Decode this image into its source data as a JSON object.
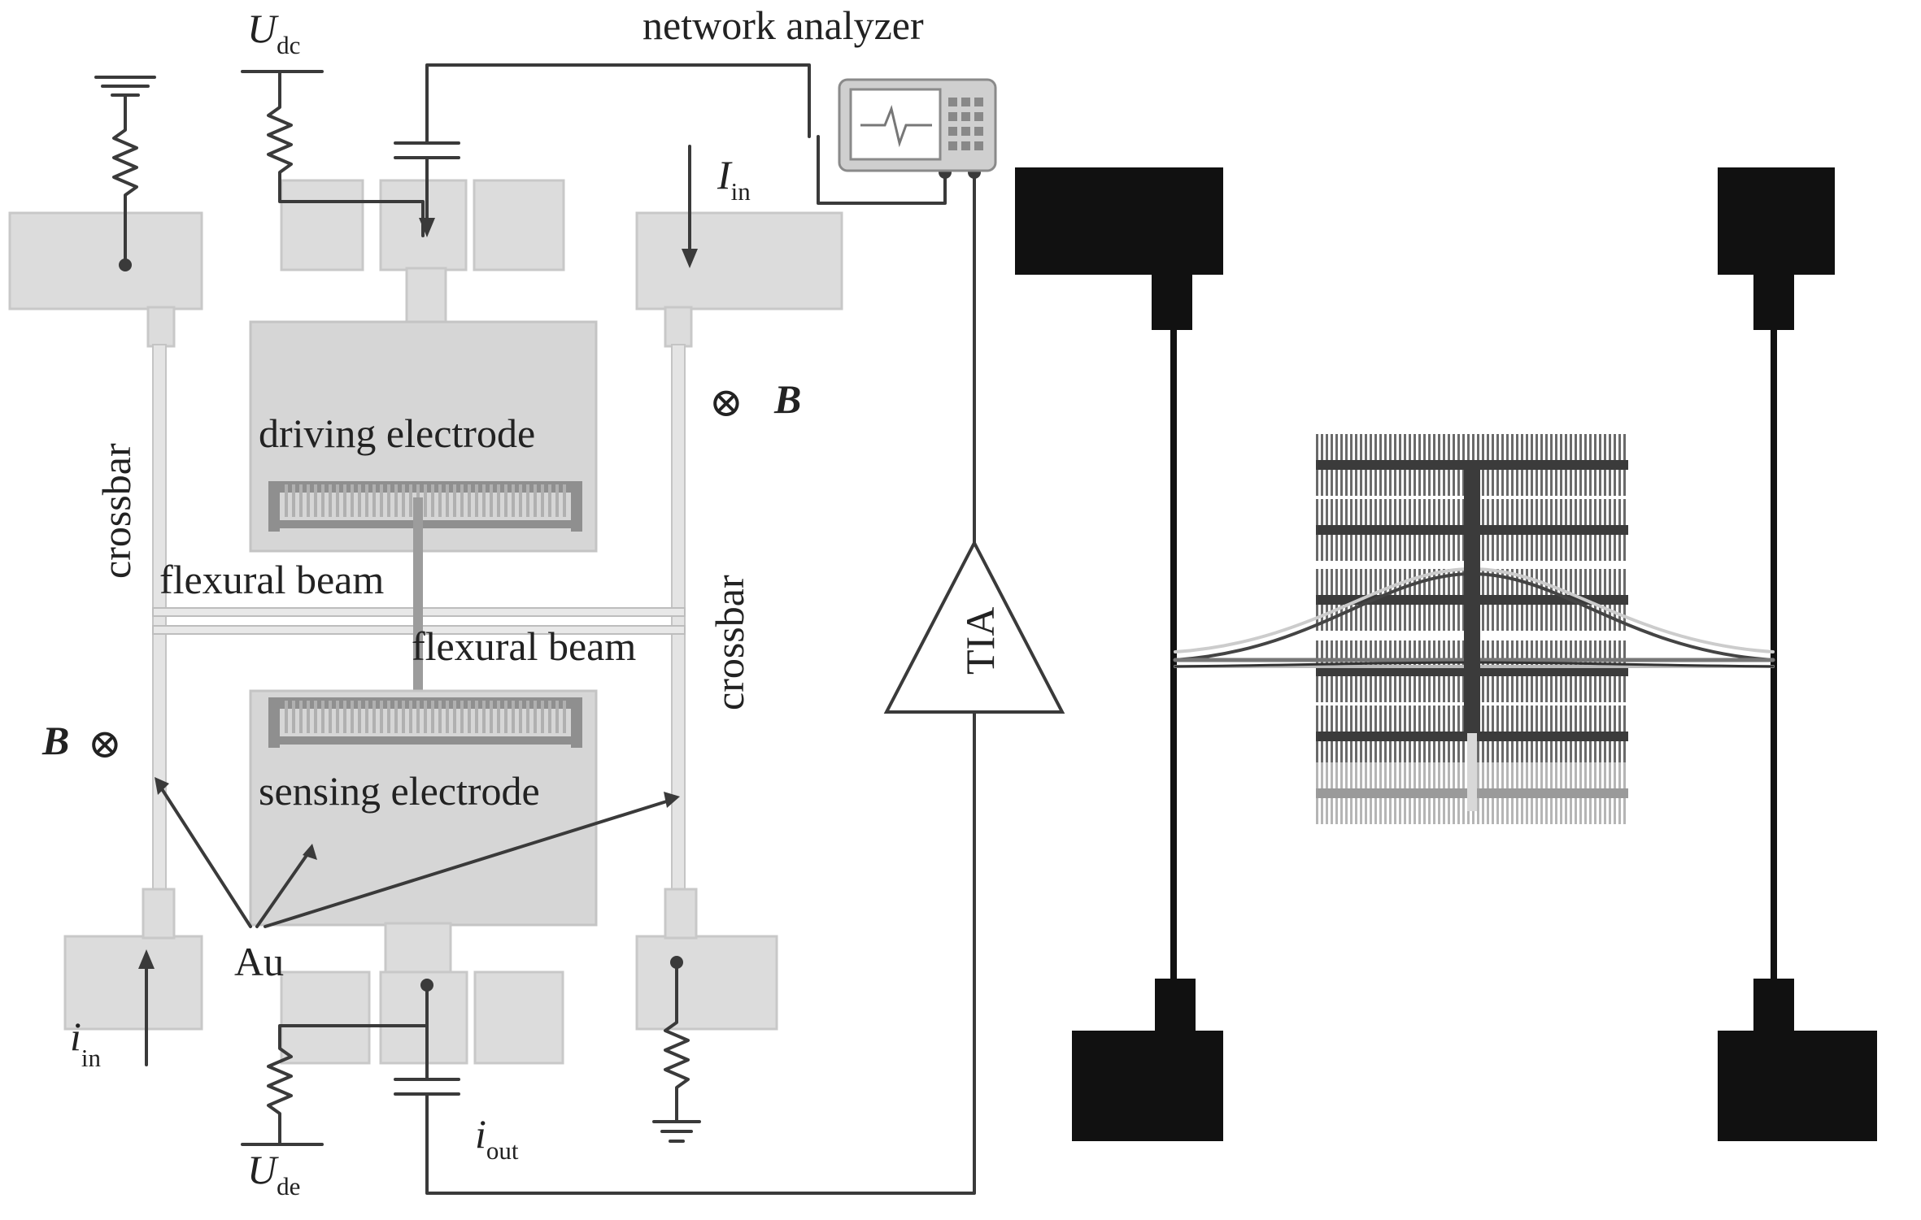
{
  "labels": {
    "network_analyzer": "network analyzer",
    "u_dc_main": "U",
    "u_dc_sub": "dc",
    "u_de_main": "U",
    "u_de_sub": "de",
    "i_in_top_main": "I",
    "i_in_top_sub": "in",
    "i_in_bottom_main": "i",
    "i_in_bottom_sub": "in",
    "i_out_main": "i",
    "i_out_sub": "out",
    "b_field": "B",
    "b_symbol": "⊗",
    "crossbar": "crossbar",
    "driving_electrode": "driving electrode",
    "sensing_electrode": "sensing electrode",
    "flexural_beam": "flexural beam",
    "au": "Au",
    "tia": "TIA"
  },
  "colors": {
    "pad_fill": "#dcdcdc",
    "pad_stroke": "#c8c8c8",
    "electrode_fill": "#d6d6d6",
    "comb_fill": "#8f8f8f",
    "wire": "#3a3a3a",
    "device_black": "#111111",
    "comb_dark": "#3b3b3b",
    "comb_light": "#9a9a9a"
  }
}
